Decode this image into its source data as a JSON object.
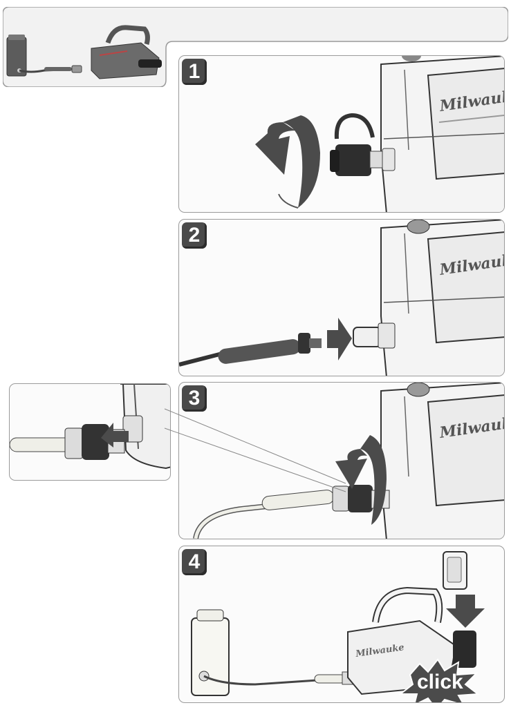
{
  "steps": [
    {
      "number": "1"
    },
    {
      "number": "2"
    },
    {
      "number": "3"
    },
    {
      "number": "4"
    }
  ],
  "click_label": "click",
  "colors": {
    "panel_border": "#9a9a9a",
    "panel_bg": "#fbfbfb",
    "badge_bg": "#4a4a4a",
    "arrow_dark": "#4b4b4b",
    "hose_light": "#efefe8"
  },
  "icons": [
    "rotation-arrow-icon",
    "push-arrow-icon",
    "down-arrow-icon",
    "click-burst-icon"
  ]
}
